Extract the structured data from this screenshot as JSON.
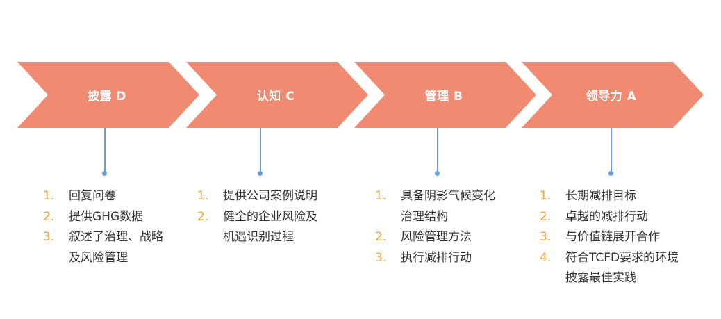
{
  "colors": {
    "chevron_fill": "#f08b72",
    "chevron_text": "#ffffff",
    "connector": "#6a9bd8",
    "number": "#f2a33a",
    "item_text": "#333333"
  },
  "stages": [
    {
      "label": "披露 D",
      "items": [
        {
          "num": "1.",
          "lines": [
            "回复问卷"
          ]
        },
        {
          "num": "2.",
          "lines": [
            "提供GHG数据"
          ]
        },
        {
          "num": "3.",
          "lines": [
            "叙述了治理、战略",
            "及风险管理"
          ]
        }
      ]
    },
    {
      "label": "认知 C",
      "items": [
        {
          "num": "1.",
          "lines": [
            "提供公司案例说明"
          ]
        },
        {
          "num": "2.",
          "lines": [
            "健全的企业风险及",
            "机遇识别过程"
          ]
        }
      ]
    },
    {
      "label": "管理 B",
      "items": [
        {
          "num": "1.",
          "lines": [
            "具备阴影气候变化",
            "治理结构"
          ]
        },
        {
          "num": "2.",
          "lines": [
            "风险管理方法"
          ]
        },
        {
          "num": "3.",
          "lines": [
            "执行减排行动"
          ]
        }
      ]
    },
    {
      "label": "领导力 A",
      "items": [
        {
          "num": "1.",
          "lines": [
            "长期减排目标"
          ]
        },
        {
          "num": "2.",
          "lines": [
            "卓越的减排行动"
          ]
        },
        {
          "num": "3.",
          "lines": [
            "与价值链展开合作"
          ]
        },
        {
          "num": "4.",
          "lines": [
            "符合TCFD要求的环境",
            "披露最佳实践"
          ]
        }
      ]
    }
  ]
}
